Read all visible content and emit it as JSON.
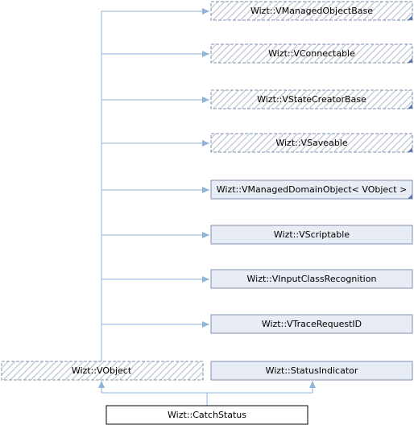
{
  "diagram": {
    "nodes": {
      "managed_object_base": {
        "label": "Wizt::VManagedObjectBase",
        "style": "hatched",
        "folded_corner": true
      },
      "connectable": {
        "label": "Wizt::VConnectable",
        "style": "hatched",
        "folded_corner": true
      },
      "state_creator_base": {
        "label": "Wizt::VStateCreatorBase",
        "style": "hatched",
        "folded_corner": true
      },
      "saveable": {
        "label": "Wizt::VSaveable",
        "style": "hatched",
        "folded_corner": true
      },
      "managed_domain_object": {
        "label": "Wizt::VManagedDomainObject< VObject >",
        "style": "solid",
        "folded_corner": true
      },
      "scriptable": {
        "label": "Wizt::VScriptable",
        "style": "solid",
        "folded_corner": false
      },
      "input_class_recognition": {
        "label": "Wizt::VInputClassRecognition",
        "style": "solid",
        "folded_corner": false
      },
      "trace_request_id": {
        "label": "Wizt::VTraceRequestID",
        "style": "solid",
        "folded_corner": false
      },
      "vobject": {
        "label": "Wizt::VObject",
        "style": "hatched",
        "folded_corner": false
      },
      "status_indicator": {
        "label": "Wizt::StatusIndicator",
        "style": "solid",
        "folded_corner": false
      },
      "catch_status": {
        "label": "Wizt::CatchStatus",
        "style": "plain",
        "folded_corner": false
      }
    },
    "colors": {
      "edge": "#8fb4d8",
      "node_fill": "#e8edf5",
      "node_border": "#7f8fb0",
      "hatch": "#c8cfd8",
      "fold": "#6078a8",
      "plain_border": "#000000"
    }
  }
}
